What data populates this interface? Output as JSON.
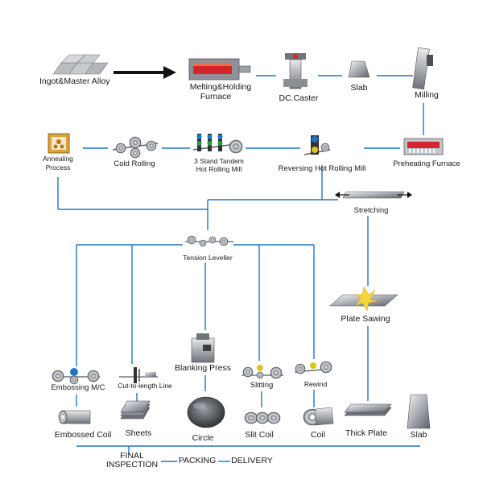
{
  "title": "",
  "stages": {
    "ingot": "Ingot&Master Alloy",
    "melting_line1": "Melting&Holding",
    "melting_line2": "Furnace",
    "dc_caster": "DC.Caster",
    "slab_top": "Slab",
    "milling": "Milling",
    "annealing_line1": "Annealing",
    "annealing_line2": "Process",
    "cold_rolling": "Cold Rolling",
    "tandem_line1": "3 Stand Tandem",
    "tandem_line2": "Hot Rolling Mill",
    "reversing": "Reversing Hot Rolling Mill",
    "preheating": "Preheating Furnace",
    "stretching": "Stretching",
    "tension_leveller": "Tension Leveller",
    "plate_sawing": "Plate Sawing",
    "blanking_press": "Blanking Press",
    "embossing": "Embossing M/C",
    "cut_to_length": "Cut-to-length Line",
    "slitting": "Slitting",
    "rewind": "Rewind"
  },
  "products": {
    "embossed_coil": "Embossed Coil",
    "sheets": "Sheets",
    "circle": "Circle",
    "slit_coil": "Slit Coil",
    "coil": "Coil",
    "thick_plate": "Thick Plate",
    "slab": "Slab"
  },
  "footer": {
    "final_line1": "FINAL",
    "final_line2": "INSPECTION",
    "packing": "PACKING",
    "delivery": "DELIVERY"
  },
  "colors": {
    "flow_line": "#1f77c4",
    "arrow": "#111111",
    "furnace_red": "#d6242b",
    "metal": "#9a9ea4",
    "annealing_box": "#d9a23a"
  },
  "icons": {
    "ingot": "ingot-stack-icon",
    "melting": "melting-furnace-icon",
    "caster": "dc-caster-icon",
    "slab": "slab-icon",
    "milling": "milling-icon",
    "annealing": "annealing-icon",
    "rolling": "roller-icon",
    "preheating": "preheating-furnace-icon",
    "stretching": "stretching-icon",
    "sawing": "plate-sawing-icon",
    "press": "blanking-press-icon"
  }
}
